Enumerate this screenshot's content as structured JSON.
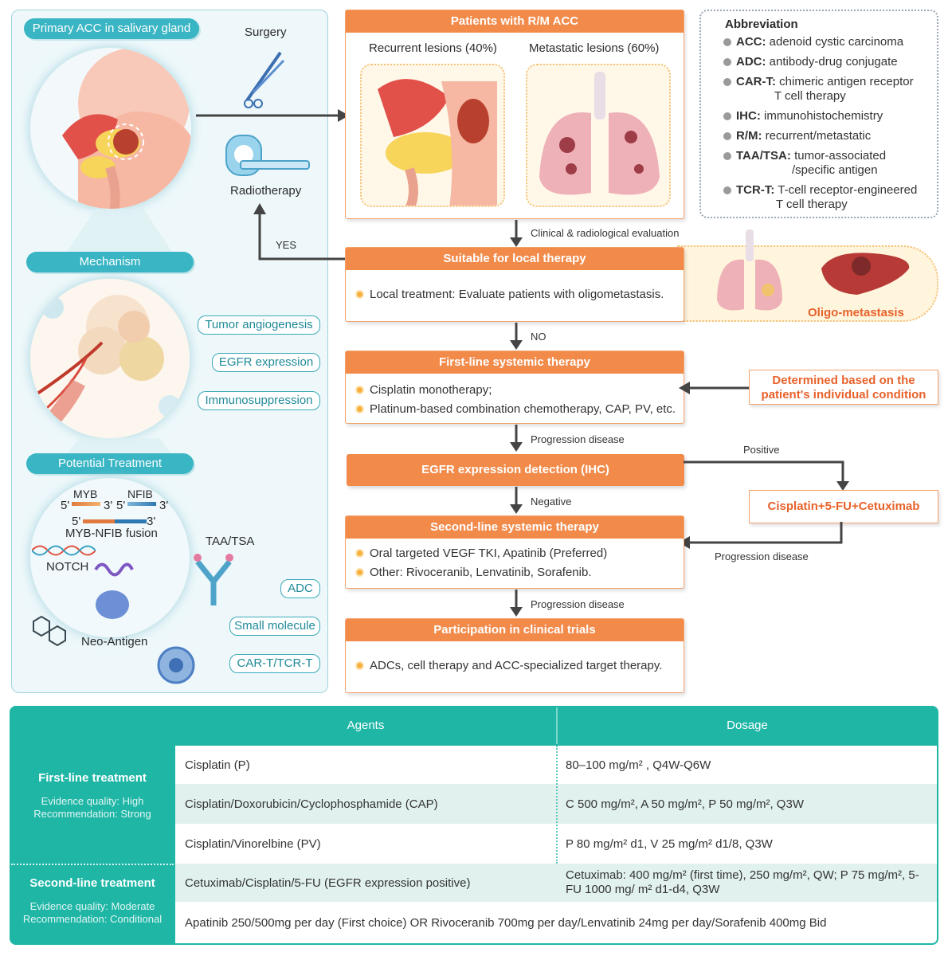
{
  "left_panel": {
    "title": "Primary ACC in salivary gland",
    "mechanism_label": "Mechanism",
    "mechanism_tags": [
      "Tumor angiogenesis",
      "EGFR expression",
      "Immunosuppression"
    ],
    "potential_label": "Potential Treatment",
    "treatment_tags": [
      "ADC",
      "Small molecule",
      "CAR-T/TCR-T"
    ],
    "fusion": {
      "five_prime_a": "5'",
      "myb": "MYB",
      "three_prime_a": "3'",
      "five_prime_b": "5'",
      "nfib": "NFIB",
      "three_prime_b": "3'",
      "five_prime_c": "5'",
      "three_prime_c": "3'",
      "fusion_label": "MYB-NFIB fusion",
      "notch": "NOTCH",
      "neo_antigen": "Neo-Antigen",
      "taa_tsa": "TAA/TSA"
    }
  },
  "surgery_label": "Surgery",
  "radiotherapy_label": "Radiotherapy",
  "yes_label": "YES",
  "patients_box": {
    "title": "Patients with R/M ACC",
    "recurrent": "Recurrent lesions (40%)",
    "metastatic": "Metastatic lesions (60%)"
  },
  "abbreviations": {
    "title": "Abbreviation",
    "items": [
      {
        "key": "ACC:",
        "text": "adenoid cystic carcinoma",
        "cont": ""
      },
      {
        "key": "ADC:",
        "text": "antibody-drug conjugate",
        "cont": ""
      },
      {
        "key": "CAR-T:",
        "text": "chimeric antigen receptor",
        "cont": "T cell therapy"
      },
      {
        "key": "IHC:",
        "text": "immunohistochemistry",
        "cont": ""
      },
      {
        "key": "R/M:",
        "text": "recurrent/metastatic",
        "cont": ""
      },
      {
        "key": "TAA/TSA:",
        "text": "tumor-associated",
        "cont": "/specific antigen"
      },
      {
        "key": "TCR-T:",
        "text": "T-cell receptor-engineered",
        "cont": "T cell therapy"
      }
    ]
  },
  "flow": {
    "eval_label": "Clinical & radiological evaluation",
    "local_title": "Suitable for local therapy",
    "local_text": "Local treatment: Evaluate patients with oligometastasis.",
    "oligo_label": "Oligo-metastasis",
    "no_label": "NO",
    "first_title": "First-line systemic therapy",
    "first_items": [
      "Cisplatin monotherapy;",
      "Platinum-based combination chemotherapy, CAP, PV, etc."
    ],
    "determined": "Determined based on the patient's individual condition",
    "progression1": "Progression disease",
    "egfr_title": "EGFR expression detection (IHC)",
    "positive": "Positive",
    "negative": "Negative",
    "cetux_box": "Cisplatin+5-FU+Cetuximab",
    "progression_side": "Progression disease",
    "second_title": "Second-line systemic therapy",
    "second_items": [
      "Oral targeted VEGF TKI, Apatinib (Preferred)",
      "Other: Rivoceranib, Lenvatinib, Sorafenib."
    ],
    "progression2": "Progression disease",
    "trials_title": "Participation in clinical trials",
    "trials_text": "ADCs, cell therapy and ACC-specialized target therapy."
  },
  "table": {
    "headers": [
      "Agents",
      "Dosage"
    ],
    "first_line": {
      "label": "First-line treatment",
      "evidence": "Evidence quality: High",
      "recommendation": "Recommendation: Strong"
    },
    "second_line": {
      "label": "Second-line treatment",
      "evidence": "Evidence quality: Moderate",
      "recommendation": "Recommendation: Conditional"
    },
    "rows": [
      {
        "agent": "Cisplatin (P)",
        "dosage": "80–100 mg/m² , Q4W-Q6W"
      },
      {
        "agent": "Cisplatin/Doxorubicin/Cyclophosphamide (CAP)",
        "dosage": "C 500 mg/m², A 50 mg/m², P 50 mg/m², Q3W"
      },
      {
        "agent": "Cisplatin/Vinorelbine (PV)",
        "dosage": "P 80 mg/m² d1, V 25 mg/m² d1/8, Q3W"
      },
      {
        "agent": "Cetuximab/Cisplatin/5-FU (EGFR expression positive)",
        "dosage": "Cetuximab: 400 mg/m² (first time), 250 mg/m², QW; P 75 mg/m², 5-FU 1000 mg/ m² d1-d4, Q3W"
      }
    ],
    "last_row": "Apatinib 250/500mg per day (First choice) OR Rivoceranib 700mg per day/Lenvatinib 24mg per day/Sorafenib 400mg Bid"
  }
}
